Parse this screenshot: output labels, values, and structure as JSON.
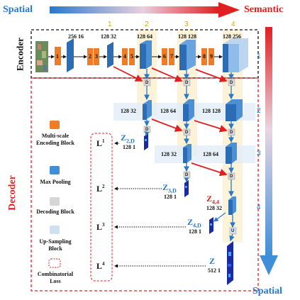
{
  "header": {
    "spatial_label": "Spatial",
    "semantic_label": "Semantic",
    "spatial_bottom_label": "Spatial",
    "colors": {
      "spatial": "#2a78c8",
      "semantic": "#e02020",
      "arrow_blue": "#3f8fd8",
      "arrow_red": "#e02020",
      "orange": "#f07c28",
      "block_blue": "#2b6cb5"
    }
  },
  "encoder": {
    "label": "Encoder",
    "column_numbers": [
      "1",
      "2",
      "3",
      "4"
    ],
    "block_labels": [
      "1",
      "2",
      "3",
      "4",
      "5",
      "6",
      "7",
      "8",
      "9"
    ],
    "dims": [
      "256 16",
      "128 32",
      "128 64",
      "128 128",
      "128 256"
    ]
  },
  "decoder": {
    "label": "Decoder",
    "row_numbers": [
      "1",
      "2",
      "3",
      "4"
    ],
    "dims": [
      "128 32",
      "128 64",
      "128 128",
      "128 32",
      "128 64",
      "128 32"
    ],
    "outputs": [
      {
        "name": "Z",
        "sub": "2,D",
        "dim": "128 1"
      },
      {
        "name": "Z",
        "sub": "3,D",
        "dim": "128 1"
      },
      {
        "name": "Z",
        "sub": "4,4",
        "dim": "128 32"
      },
      {
        "name": "Z",
        "sub": "4,D",
        "dim": "128 1"
      },
      {
        "name": "Z",
        "sub": "",
        "dim": "512 1"
      }
    ],
    "losses": [
      {
        "base": "L",
        "sup": "1"
      },
      {
        "base": "L",
        "sup": "2"
      },
      {
        "base": "L",
        "sup": "3"
      },
      {
        "base": "L",
        "sup": "4"
      }
    ],
    "small_labels": {
      "d": "D",
      "u": "U"
    }
  },
  "legend": [
    {
      "icon": "orange-square",
      "text": "Multi-scale Encoding Block"
    },
    {
      "icon": "blue-square",
      "text": "Max Pooling"
    },
    {
      "icon": "d-square",
      "text": "Decoding Block"
    },
    {
      "icon": "u-square",
      "text": "Up-Sampling Block"
    },
    {
      "icon": "dashed-square",
      "text": "Combinatorial Loss"
    }
  ]
}
